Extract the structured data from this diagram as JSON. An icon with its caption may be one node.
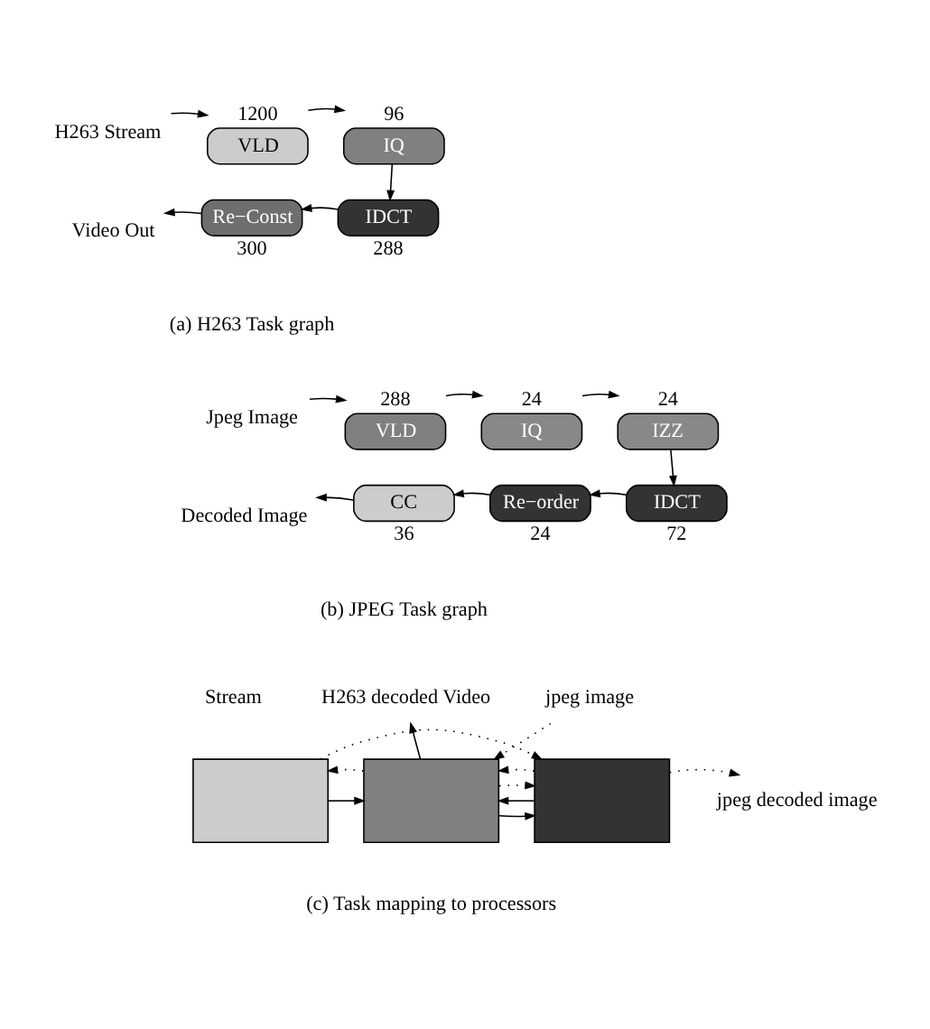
{
  "diagram": {
    "nodes": [
      {
        "text": [
          "H263 Stream"
        ]
      },
      {
        "text": [
          "VLD"
        ],
        "beside": [
          "1200"
        ]
      },
      {
        "text": [
          "IQ"
        ],
        "beside": [
          "96"
        ]
      },
      {
        "text": [
          "IDCT"
        ],
        "beside": [
          "288"
        ]
      },
      {
        "text": [
          "Re−Const"
        ],
        "beside": [
          "300"
        ]
      },
      {
        "text": [
          "Video Out"
        ]
      },
      {
        "text": [
          "Jpeg Image"
        ]
      },
      {
        "text": [
          "VLD"
        ],
        "beside": [
          "288"
        ]
      },
      {
        "text": [
          "IQ"
        ],
        "beside": [
          "24"
        ]
      },
      {
        "text": [
          "IZZ"
        ],
        "beside": [
          "24"
        ]
      },
      {
        "text": [
          "IDCT"
        ],
        "beside": [
          "72"
        ]
      },
      {
        "text": [
          "Re−order"
        ],
        "beside": [
          "24"
        ]
      },
      {
        "text": [
          "CC"
        ],
        "beside": [
          "36"
        ]
      },
      {
        "text": [
          "Decoded Image"
        ]
      },
      {
        "text": [],
        "shape": "box"
      },
      {
        "text": [],
        "shape": "box"
      },
      {
        "text": [],
        "shape": "box"
      },
      {
        "text": [
          "H263 decoded Video"
        ]
      },
      {
        "text": [
          "jpeg image"
        ]
      },
      {
        "text": [
          "jpeg decoded image"
        ]
      }
    ],
    "edges": [
      {
        "from": 0,
        "to": 1,
        "arrow": "to"
      },
      {
        "from": 1,
        "to": 2,
        "arrow": "to"
      },
      {
        "from": 2,
        "to": 3,
        "arrow": "to"
      },
      {
        "from": 3,
        "to": 4,
        "arrow": "to"
      },
      {
        "from": 4,
        "to": 5,
        "arrow": "to"
      },
      {
        "from": 6,
        "to": 7,
        "arrow": "to"
      },
      {
        "from": 7,
        "to": 8,
        "arrow": "to"
      },
      {
        "from": 8,
        "to": 9,
        "arrow": "to"
      },
      {
        "from": 9,
        "to": 10,
        "arrow": "to"
      },
      {
        "from": 10,
        "to": 11,
        "arrow": "to"
      },
      {
        "from": 11,
        "to": 12,
        "arrow": "to"
      },
      {
        "from": 12,
        "to": 13,
        "arrow": "to"
      },
      {
        "from": 14,
        "to": 15,
        "arrow": "to"
      },
      {
        "from": 15,
        "to": 17,
        "arrow": "to"
      },
      {
        "from": 18,
        "to": 15,
        "arrow": "to",
        "style": "dashed"
      },
      {
        "from": 15,
        "to": 16,
        "arrow": "to"
      },
      {
        "from": 16,
        "to": 15,
        "arrow": "to"
      },
      {
        "from": 15,
        "to": 16,
        "arrow": "to",
        "style": "dashed"
      },
      {
        "from": 16,
        "to": 15,
        "arrow": "to",
        "style": "dashed"
      },
      {
        "from": 15,
        "to": 14,
        "arrow": "to",
        "style": "dashed"
      },
      {
        "from": 14,
        "to": 16,
        "arrow": "to",
        "style": "dashed"
      },
      {
        "from": 16,
        "to": 19,
        "arrow": "to",
        "style": "dashed"
      }
    ],
    "labels": [
      "(a) H263 Task graph",
      "(b) JPEG Task graph",
      "Stream",
      "(c) Task mapping to processors"
    ]
  }
}
